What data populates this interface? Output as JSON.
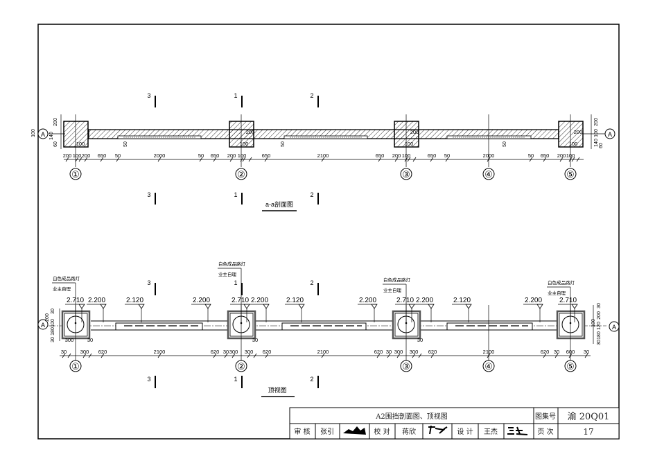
{
  "section_view": {
    "title": "a-a剖面图",
    "axis_labels": [
      "①",
      "②",
      "③",
      "④",
      "⑤"
    ],
    "grid_label": "A",
    "section_marks": [
      "3",
      "1",
      "2"
    ],
    "dims": [
      "200",
      "100",
      "100",
      "200",
      "650",
      "50",
      "2000",
      "50",
      "650",
      "200",
      "100",
      "100",
      "200",
      "650",
      "2100",
      "650",
      "200",
      "100",
      "100",
      "200",
      "650",
      "50",
      "2000",
      "50",
      "650",
      "200",
      "100",
      "100",
      "200"
    ],
    "left_vertical_dims": [
      "200",
      "60",
      "140",
      "100"
    ],
    "right_vertical_dims": [
      "200",
      "100",
      "140",
      "60"
    ]
  },
  "plan_view": {
    "title": "顶视图",
    "axis_labels": [
      "①",
      "②",
      "③",
      "④",
      "⑤"
    ],
    "grid_label": "A",
    "section_marks": [
      "3",
      "1",
      "2"
    ],
    "lamp_label": "白色成品路灯",
    "lamp_note": "业主自理",
    "elevations": [
      "2.710",
      "2.200",
      "2.120",
      "2.200",
      "2.710",
      "2.200",
      "2.120",
      "2.200",
      "2.710",
      "2.200",
      "2.120",
      "2.200",
      "2.710"
    ],
    "dims": [
      "30",
      "300",
      "300",
      "30",
      "620",
      "2100",
      "620",
      "30",
      "300",
      "300",
      "30",
      "620",
      "2100",
      "620",
      "30",
      "300",
      "300",
      "30",
      "620",
      "2100",
      "620",
      "30",
      "600",
      "30"
    ],
    "left_vertical_dims": [
      "30",
      "200",
      "100",
      "180",
      "30"
    ],
    "right_vertical_dims": [
      "30",
      "200",
      "100",
      "120",
      "180",
      "30"
    ]
  },
  "title_block": {
    "drawing_title": "A2围挡剖面图、顶视图",
    "atlas_no_label": "图集号",
    "atlas_no": "渝 20Q01",
    "review_label": "审 核",
    "reviewer": "张引",
    "check_label": "校 对",
    "checker": "蒋欣",
    "design_label": "设 计",
    "designer": "王杰",
    "page_label": "页 次",
    "page": "17"
  }
}
